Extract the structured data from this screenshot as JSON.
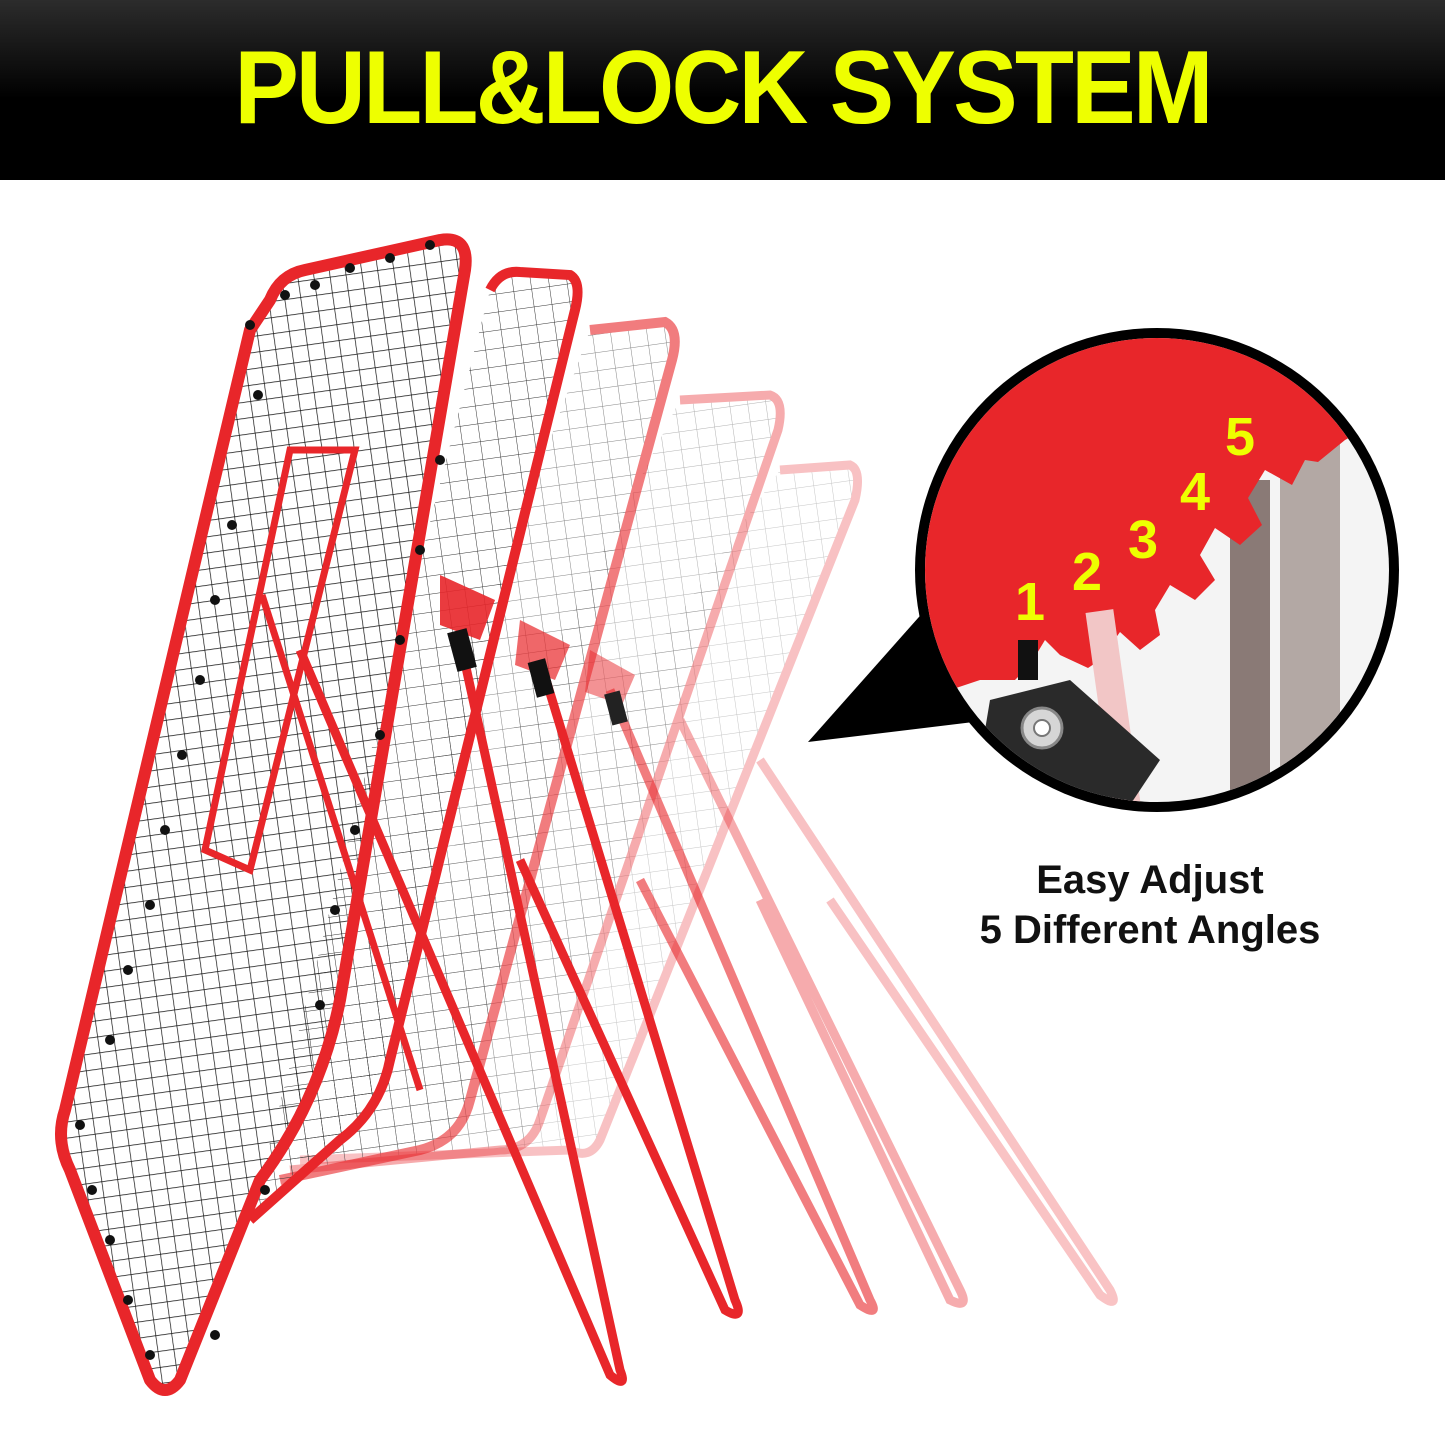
{
  "banner": {
    "title": "PULL&LOCK SYSTEM",
    "background": "#000000",
    "text_color": "#EEFF00"
  },
  "product": {
    "description": "Red-framed rebounder net shown at 5 overlapping angle positions",
    "frame_color": "#E8262A"
  },
  "callout": {
    "description": "Close-up of the angle adjustment bracket",
    "notch_labels": [
      "1",
      "2",
      "3",
      "4",
      "5"
    ],
    "label_color": "#EEFF00"
  },
  "caption": {
    "line1": "Easy Adjust",
    "line2": "5 Different Angles"
  }
}
